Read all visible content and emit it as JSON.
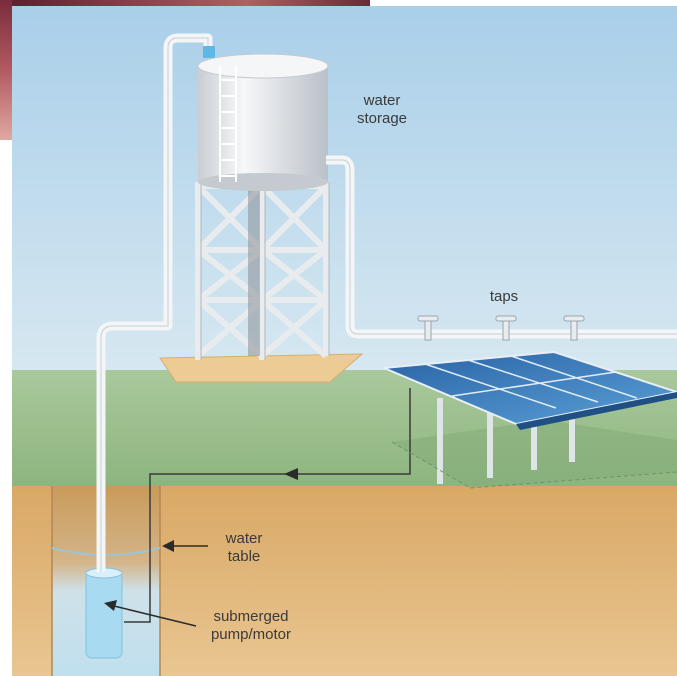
{
  "labels": {
    "water_storage": [
      "water",
      "storage"
    ],
    "taps": "taps",
    "water_table": [
      "water",
      "table"
    ],
    "pump": [
      "submerged",
      "pump/motor"
    ]
  },
  "colors": {
    "sky_top": "#a9cfe9",
    "sky_bottom": "#cfe3ef",
    "grass": "#9cbf8e",
    "soil": "#dcae72",
    "pipe": "#f2f4f6",
    "tank": "#e8ebee",
    "panel": "#2f6fb0",
    "base": "#efcf9c",
    "arrow": "#2b2b2b"
  }
}
